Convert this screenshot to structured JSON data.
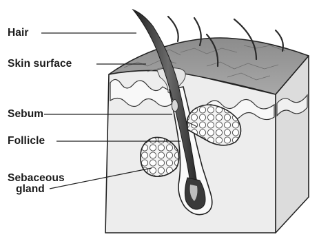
{
  "labels": {
    "hair": "Hair",
    "skin_surface": "Skin surface",
    "sebum": "Sebum",
    "follicle": "Follicle",
    "sebaceous_line1": "Sebaceous",
    "sebaceous_line2": "gland"
  },
  "colors": {
    "outline": "#222222",
    "skin_top": "#9a9a9a",
    "skin_side": "#ededed",
    "skin_right": "#dcdcdc",
    "hair_dark": "#2a2a2a",
    "hair_mid": "#6a6a6a"
  }
}
